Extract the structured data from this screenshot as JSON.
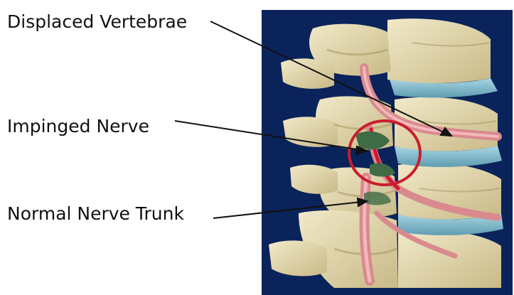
{
  "labels": {
    "displaced_vertebrae": "Displaced Vertebrae",
    "impinged_nerve": "Impinged Nerve",
    "normal_nerve_trunk": "Normal Nerve Trunk"
  },
  "colors": {
    "panel_background": "#0d2a6b",
    "bone": "#e6dcb4",
    "bone_shadow": "#b9a974",
    "disc": "#7fb7c9",
    "nerve": "#d98a8f",
    "highlight_circle": "#c81e2e",
    "pointer_line": "#111111"
  }
}
